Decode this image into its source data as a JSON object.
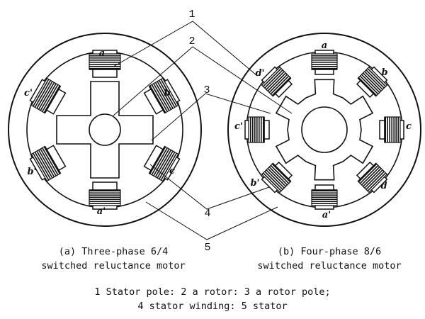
{
  "motor_a": {
    "phase_labels": [
      "a",
      "b",
      "c",
      "a'",
      "b'",
      "c'"
    ],
    "caption_line1": "(a) Three-phase 6/4",
    "caption_line2": "switched reluctance motor"
  },
  "motor_b": {
    "phase_labels": [
      "a",
      "b",
      "c",
      "d",
      "a'",
      "b'",
      "c'",
      "d'"
    ],
    "caption_line1": "(b) Four-phase 8/6",
    "caption_line2": "switched reluctance motor"
  },
  "callouts": [
    "1",
    "2",
    "3",
    "4",
    "5"
  ],
  "legend": {
    "line1": "1 Stator pole: 2 a rotor: 3 a rotor pole;",
    "line2": "4 stator winding: 5 stator"
  }
}
